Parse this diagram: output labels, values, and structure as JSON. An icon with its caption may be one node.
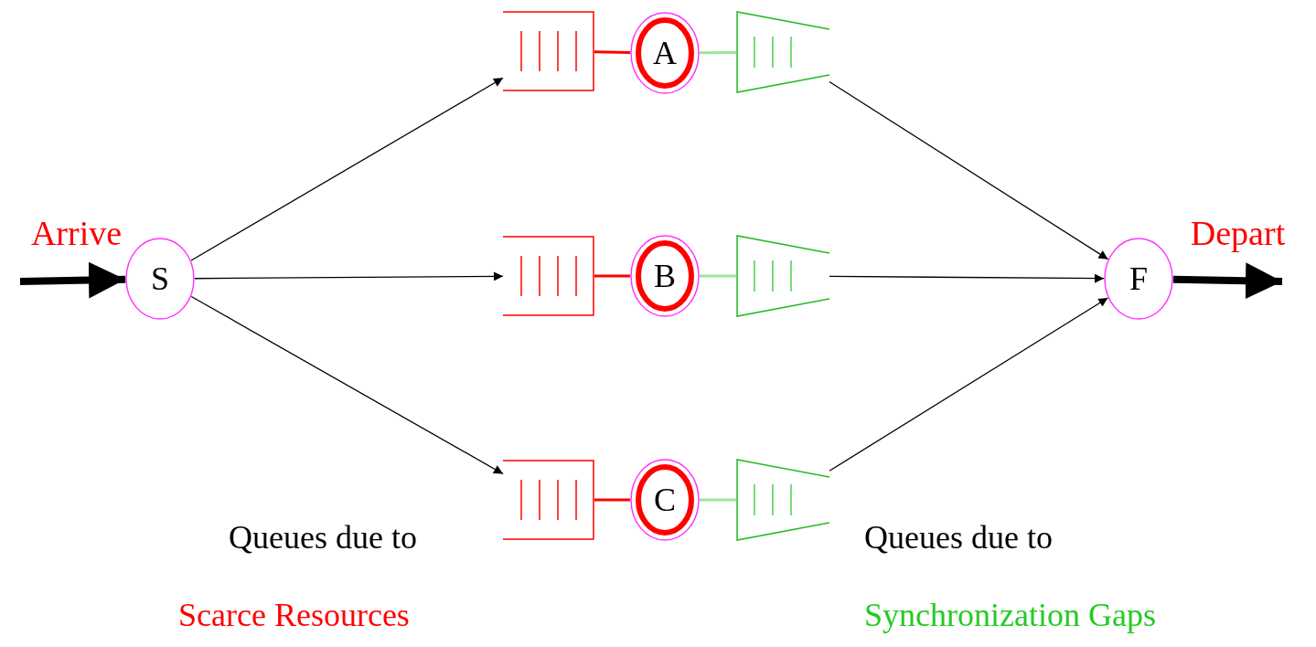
{
  "diagram": {
    "nodes": [
      {
        "text": [
          "S"
        ]
      },
      {
        "text": [],
        "shape": "box"
      },
      {
        "text": [
          "A"
        ]
      },
      {
        "text": [],
        "shape": "trapezoid"
      },
      {
        "text": [],
        "shape": "box"
      },
      {
        "text": [
          "B"
        ]
      },
      {
        "text": [],
        "shape": "trapezoid"
      },
      {
        "text": [],
        "shape": "box"
      },
      {
        "text": [
          "C"
        ]
      },
      {
        "text": [],
        "shape": "trapezoid"
      },
      {
        "text": [
          "F"
        ]
      }
    ],
    "edges": [
      {
        "from": null,
        "to": 0,
        "arrow": "to",
        "label": "Arrive",
        "style": "thick"
      },
      {
        "from": 0,
        "to": 1,
        "arrow": "to"
      },
      {
        "from": 1,
        "to": 2,
        "arrow": "none",
        "color": "#ff0000"
      },
      {
        "from": 2,
        "to": 3,
        "arrow": "none",
        "color": "#99e699"
      },
      {
        "from": 3,
        "to": 10,
        "arrow": "to"
      },
      {
        "from": 0,
        "to": 4,
        "arrow": "to"
      },
      {
        "from": 4,
        "to": 5,
        "arrow": "none",
        "color": "#ff0000"
      },
      {
        "from": 5,
        "to": 6,
        "arrow": "none",
        "color": "#99e699"
      },
      {
        "from": 6,
        "to": 10,
        "arrow": "to"
      },
      {
        "from": 0,
        "to": 7,
        "arrow": "to"
      },
      {
        "from": 7,
        "to": 8,
        "arrow": "none",
        "color": "#ff0000"
      },
      {
        "from": 8,
        "to": 9,
        "arrow": "none",
        "color": "#99e699"
      },
      {
        "from": 9,
        "to": 10,
        "arrow": "to"
      },
      {
        "from": 10,
        "to": null,
        "arrow": "to",
        "label": "Depart",
        "style": "thick"
      }
    ],
    "labels": [
      "Queues due to",
      "Scarce Resources",
      "Queues due to",
      "Synchronization Gaps"
    ]
  }
}
